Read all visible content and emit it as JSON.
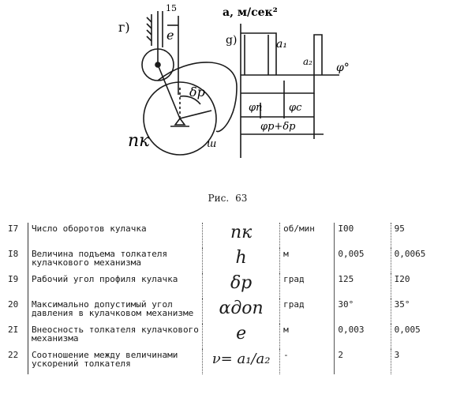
{
  "figure": {
    "label_g": "г)",
    "label_top": "15",
    "label_e": "e",
    "label_delta": "δp",
    "label_nk": "nк",
    "label_w": "ш",
    "label_d": "g)",
    "axis_y_label": "a, м/сек²",
    "label_a1": "a₁",
    "label_a2": "a₂",
    "axis_x_label": "φ°",
    "label_phi_p": "φп",
    "label_phi_c": "φс",
    "label_phi_total": "φp+δp"
  },
  "caption": {
    "prefix": "Рис.",
    "number": "63"
  },
  "table": {
    "rows": [
      {
        "n": "I7",
        "name": "Число оборотов кулачка",
        "sym": "nк",
        "unit": "об/мин",
        "v1": "I00",
        "v2": "95"
      },
      {
        "n": "I8",
        "name": "Величина подъема толкателя кулачкового механизма",
        "sym": "h",
        "unit": "м",
        "v1": "0,005",
        "v2": "0,0065"
      },
      {
        "n": "I9",
        "name": "Рабочий угол профиля кулачка",
        "sym": "δp",
        "unit": "град",
        "v1": "125",
        "v2": "I20"
      },
      {
        "n": "20",
        "name": "Максимально допустимый угол давления в кулачковом механизме",
        "sym": "αдоп",
        "unit": "град",
        "v1": "30°",
        "v2": "35°"
      },
      {
        "n": "2I",
        "name": "Внеосность толкателя кулачкового механизма",
        "sym": "e",
        "unit": "м",
        "v1": "0,003",
        "v2": "0,005"
      },
      {
        "n": "22",
        "name": "Соотношение между величинами ускорений толкателя",
        "sym": "ν= a₁/a₂",
        "unit": "-",
        "v1": "2",
        "v2": "3"
      }
    ]
  }
}
